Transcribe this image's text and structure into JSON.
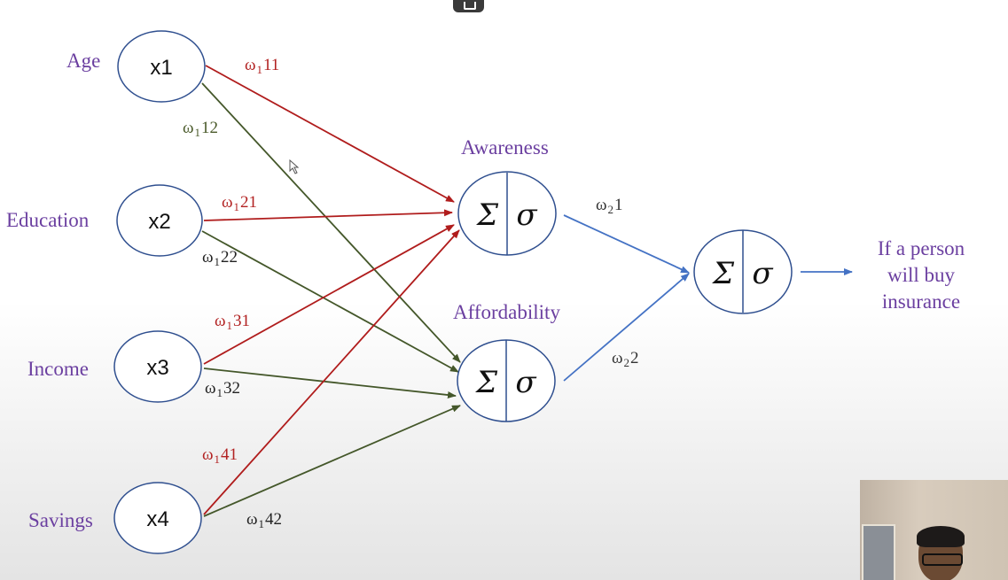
{
  "inputs": [
    {
      "feature": "Age",
      "node": "x1"
    },
    {
      "feature": "Education",
      "node": "x2"
    },
    {
      "feature": "Income",
      "node": "x3"
    },
    {
      "feature": "Savings",
      "node": "x4"
    }
  ],
  "hidden": [
    {
      "label": "Awareness",
      "sum_symbol": "Σ",
      "act_symbol": "σ"
    },
    {
      "label": "Affordability",
      "sum_symbol": "Σ",
      "act_symbol": "σ"
    }
  ],
  "output_node": {
    "sum_symbol": "Σ",
    "act_symbol": "σ"
  },
  "output_label": [
    "If a person",
    "will buy",
    "insurance"
  ],
  "weights": {
    "w111": {
      "sym": "ω",
      "layer": "1",
      "idx": "11"
    },
    "w112": {
      "sym": "ω",
      "layer": "1",
      "idx": "12"
    },
    "w121": {
      "sym": "ω",
      "layer": "1",
      "idx": "21"
    },
    "w122": {
      "sym": "ω",
      "layer": "1",
      "idx": "22"
    },
    "w131": {
      "sym": "ω",
      "layer": "1",
      "idx": "31"
    },
    "w132": {
      "sym": "ω",
      "layer": "1",
      "idx": "32"
    },
    "w141": {
      "sym": "ω",
      "layer": "1",
      "idx": "41"
    },
    "w142": {
      "sym": "ω",
      "layer": "1",
      "idx": "42"
    },
    "w21": {
      "sym": "ω",
      "layer": "2",
      "idx": "1"
    },
    "w22": {
      "sym": "ω",
      "layer": "2",
      "idx": "2"
    }
  },
  "colors": {
    "to_awareness": "#b01c1c",
    "to_affordability": "#44572a",
    "to_output": "#4472c4",
    "node_stroke": "#2f4f8f",
    "label_purple": "#6b3fa0"
  },
  "icons": {
    "top_button": "screen-share-icon",
    "cursor": "mouse-cursor-icon"
  }
}
